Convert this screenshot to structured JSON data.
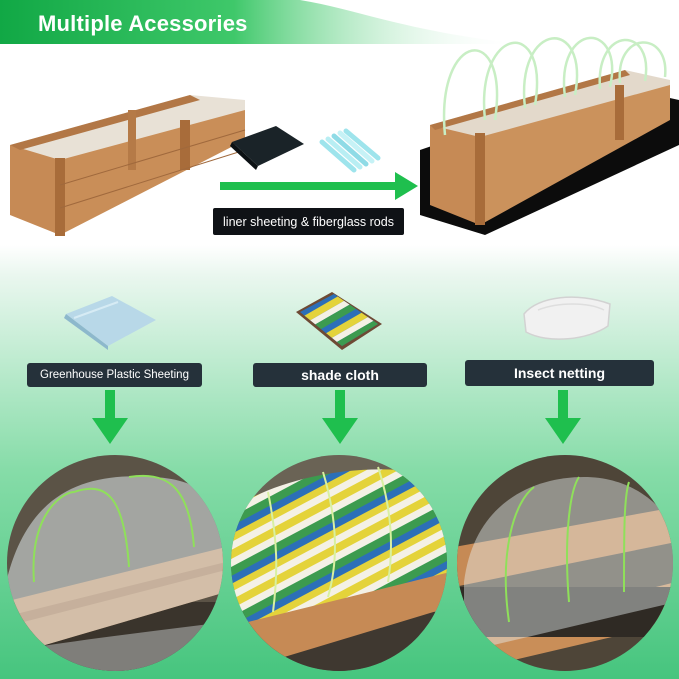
{
  "title": "Multiple Acessories",
  "top_label": "liner sheeting & fiberglass rods",
  "accessories": [
    {
      "label": "Greenhouse Plastic Sheeting"
    },
    {
      "label": "shade cloth"
    },
    {
      "label": "Insect netting"
    }
  ],
  "icons": [
    "raised-garden-bed",
    "black-liner-sheet",
    "fiberglass-rods",
    "arrow-right",
    "arrow-down",
    "plastic-sheet",
    "shade-cloth",
    "insect-net"
  ],
  "colors": {
    "accent_green": "#1fbf4e",
    "label_bg": "#25313a",
    "wood": "#c68a55"
  }
}
